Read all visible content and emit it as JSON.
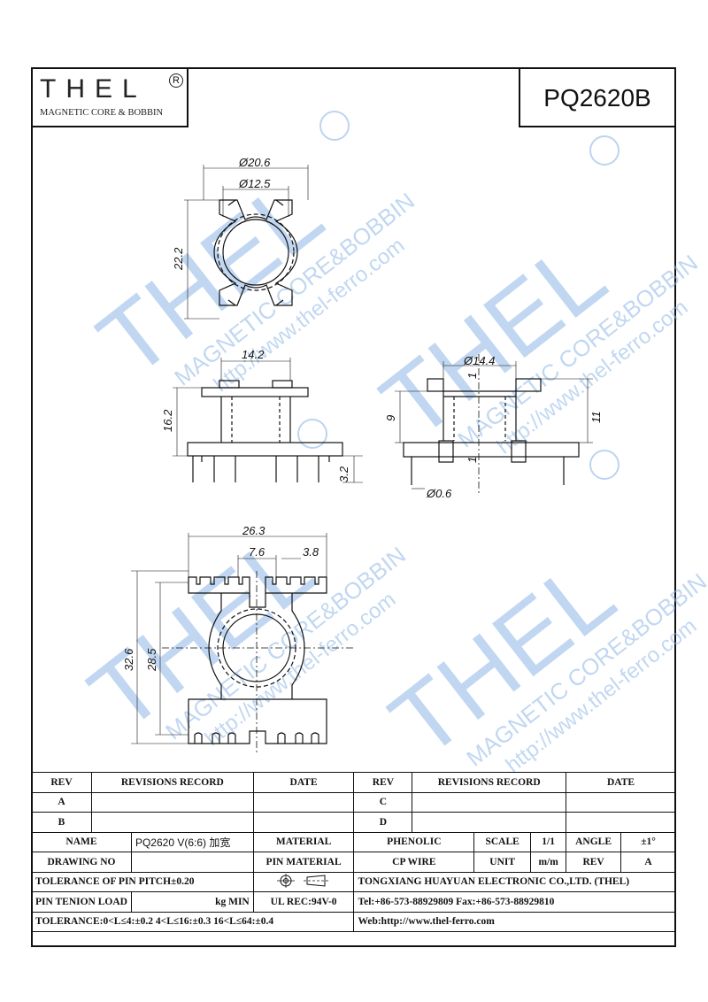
{
  "logo": {
    "word": "THEL",
    "registered": "R",
    "subtitle": "MAGNETIC CORE & BOBBIN"
  },
  "part_number": "PQ2620B",
  "watermark": {
    "brand": "THEL",
    "line1": "MAGNETIC CORE&BOBBIN",
    "line2": "http://www.thel-ferro.com"
  },
  "dimensions": {
    "top_outer_dia": "Ø20.6",
    "top_inner_dia": "Ø12.5",
    "top_height": "22.2",
    "front_width": "14.2",
    "front_height": "16.2",
    "pin_length": "3.2",
    "side_dia": "Ø14.4",
    "side_flange_1a": "1",
    "side_flange_1b": "1",
    "side_height_9": "9",
    "side_height_11": "11",
    "pin_dia": "Ø0.6",
    "bottom_width": "26.3",
    "bottom_pitch": "7.6",
    "bottom_pitch_small": "3.8",
    "bottom_height_outer": "32.6",
    "bottom_height_inner": "28.5"
  },
  "title_block": {
    "rev_header": "REV",
    "revisions_header": "REVISIONS RECORD",
    "date_header": "DATE",
    "rev_a": "A",
    "rev_b": "B",
    "rev_c": "C",
    "rev_d": "D",
    "name_label": "NAME",
    "name_value": "PQ2620 V(6:6) 加宽",
    "material_label": "MATERIAL",
    "material_value": "PHENOLIC",
    "scale_label": "SCALE",
    "scale_value": "1/1",
    "angle_label": "ANGLE",
    "angle_value": "±1°",
    "drawing_no_label": "DRAWING NO",
    "pin_material_label": "PIN MATERIAL",
    "pin_material_value": "CP WIRE",
    "unit_label": "UNIT",
    "unit_value": "m/m",
    "rev_label": "REV",
    "rev_value": "A",
    "tolerance_pitch": "TOLERANCE OF PIN PITCH±0.20",
    "company": "TONGXIANG HUAYUAN ELECTRONIC CO.,LTD.  (THEL)",
    "pin_tension": "PIN TENION LOAD",
    "kg_min": "kg MIN",
    "ul_rec": "UL REC:94V-0",
    "tel_fax": "Tel:+86-573-88929809 Fax:+86-573-88929810",
    "tolerance": "TOLERANCE:0<L≤4:±0.2  4<L≤16:±0.3  16<L≤64:±0.4",
    "web": "Web:http://www.thel-ferro.com"
  }
}
